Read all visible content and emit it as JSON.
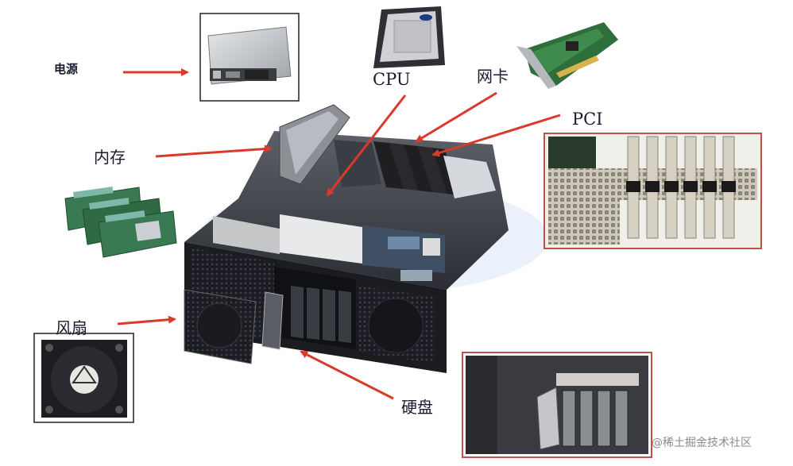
{
  "labels": {
    "power": "电源",
    "cpu": "CPU",
    "nic": "网卡",
    "pci": "PCI",
    "memory": "内存",
    "fan": "风扇",
    "disk": "硬盘"
  },
  "watermark": "@稀土掘金技术社区",
  "colors": {
    "arrow": "#d93a2b",
    "photo_border": "#c0504d"
  }
}
